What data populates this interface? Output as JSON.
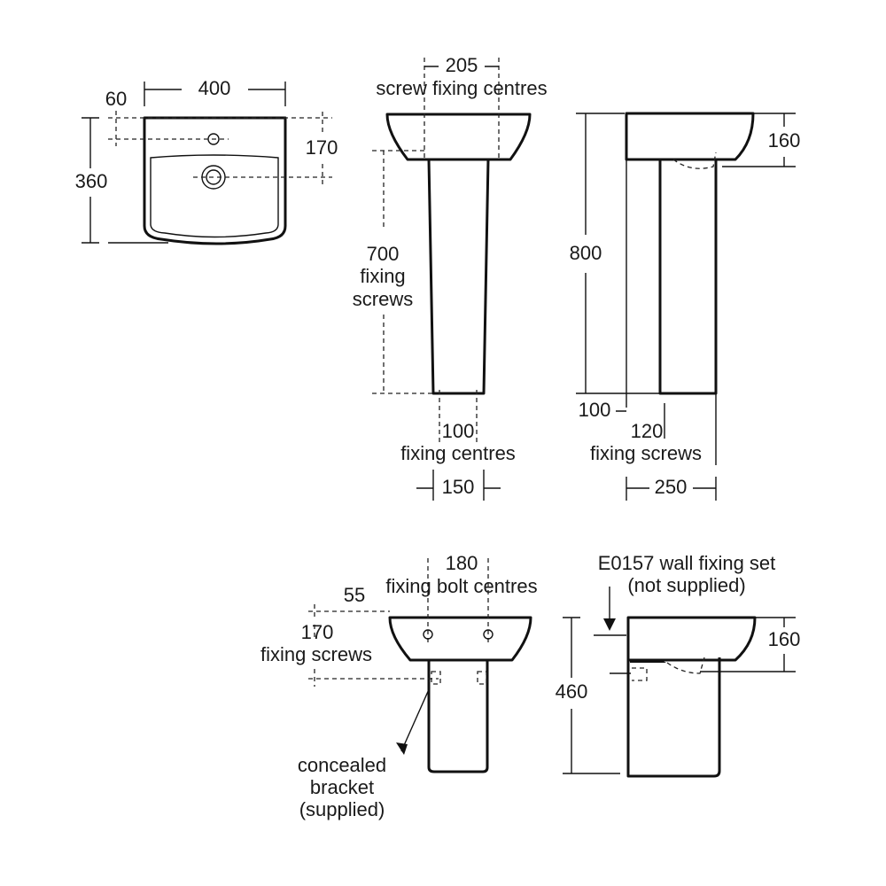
{
  "plan_view": {
    "width": "400",
    "tap_offset": "60",
    "waste_offset": "170",
    "depth": "360"
  },
  "front_view": {
    "screw_centres_value": "205",
    "screw_centres_label": "screw fixing centres",
    "height_value": "700",
    "height_label_1": "fixing",
    "height_label_2": "screws",
    "base_centres_value": "100",
    "base_centres_label": "fixing centres",
    "base_width": "150"
  },
  "side_view": {
    "bowl_height": "160",
    "total_height": "800",
    "rear_offset": "100",
    "screw_value": "120",
    "screw_label": "fixing screws",
    "depth": "250"
  },
  "semi_front_view": {
    "bolt_centres_value": "180",
    "bolt_centres_label": "fixing bolt centres",
    "top_offset": "55",
    "screw_value": "170",
    "screw_label": "fixing screws",
    "bracket_label_1": "concealed",
    "bracket_label_2": "bracket",
    "bracket_label_3": "(supplied)"
  },
  "semi_side_view": {
    "kit_label_1": "E0157 wall fixing set",
    "kit_label_2": "(not supplied)",
    "bowl_height": "160",
    "total_height": "460"
  }
}
